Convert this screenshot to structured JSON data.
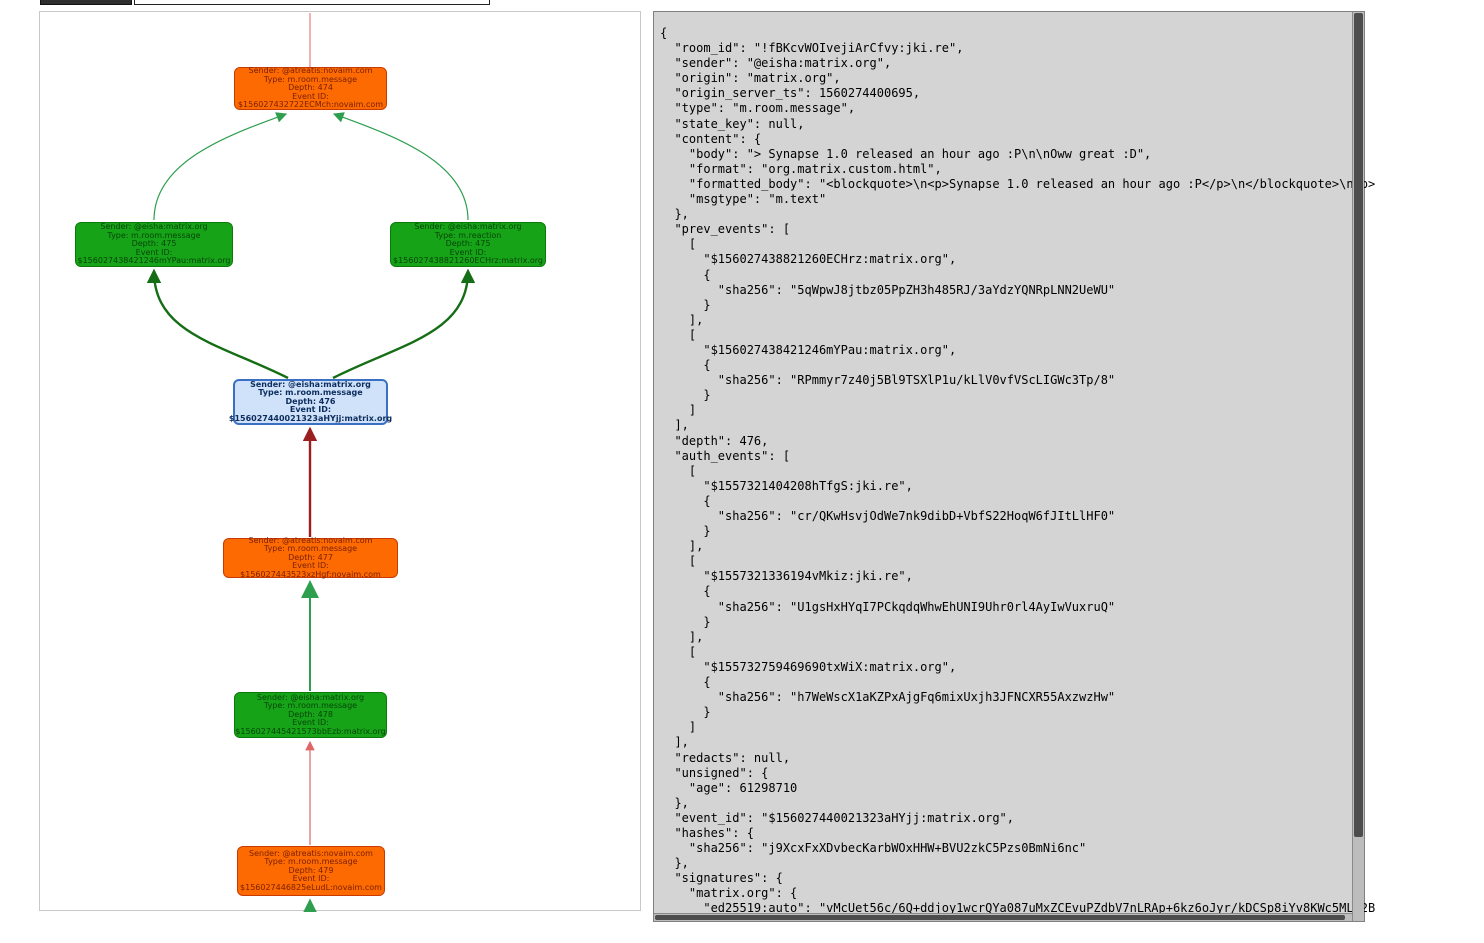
{
  "graph_panel": {
    "nodes": [
      {
        "id": "event-depth-474",
        "variant": "orange",
        "lines": [
          "Sender: @atreatis:novaim.com",
          "Type: m.room.message",
          "Depth: 474",
          "Event ID:",
          "$156027432722ECMch:novaim.com"
        ]
      },
      {
        "id": "event-depth-475-left",
        "variant": "green",
        "lines": [
          "Sender: @eisha:matrix.org",
          "Type: m.room.message",
          "Depth: 475",
          "Event ID:",
          "$156027438421246mYPau:matrix.org"
        ]
      },
      {
        "id": "event-depth-475-right",
        "variant": "green",
        "lines": [
          "Sender: @eisha:matrix.org",
          "Type: m.reaction",
          "Depth: 475",
          "Event ID:",
          "$156027438821260ECHrz:matrix.org"
        ]
      },
      {
        "id": "event-depth-476-selected",
        "variant": "selected",
        "lines": [
          "Sender: @eisha:matrix.org",
          "Type: m.room.message",
          "Depth: 476",
          "Event ID:",
          "$156027440021323aHYjj:matrix.org"
        ]
      },
      {
        "id": "event-depth-477",
        "variant": "orange",
        "lines": [
          "Sender: @atreatis:novaim.com",
          "Type: m.room.message",
          "Depth: 477",
          "Event ID: $156027443523xzHgf:novaim.com"
        ]
      },
      {
        "id": "event-depth-478",
        "variant": "green",
        "lines": [
          "Sender: @eisha:matrix.org",
          "Type: m.room.message",
          "Depth: 478",
          "Event ID:",
          "$156027445421573bbEzb:matrix.org"
        ]
      },
      {
        "id": "event-depth-479",
        "variant": "orange",
        "lines": [
          "Sender: @atreatis:novaim.com",
          "Type: m.room.message",
          "Depth: 479",
          "Event ID:",
          "$156027446825eLudL:novaim.com"
        ]
      }
    ],
    "colors": {
      "node_orange_bg": "#fd6a02",
      "node_orange_border": "#c93a00",
      "node_orange_text": "#7c2000",
      "node_green_bg": "#17a317",
      "node_green_border": "#0b7a0b",
      "node_green_text": "#05460a",
      "node_selected_bg": "#cfe2f9",
      "node_selected_border": "#3b6fc4",
      "node_selected_text": "#0d2d5e",
      "edge_green": "#2e9e4f",
      "edge_dark_green": "#156d15",
      "edge_dark_red": "#9c1f1f",
      "edge_light_red": "#e06666"
    }
  },
  "event_json_panel": {
    "lines": [
      "{",
      "  \"room_id\": \"!fBKcvWOIvejiArCfvy:jki.re\",",
      "  \"sender\": \"@eisha:matrix.org\",",
      "  \"origin\": \"matrix.org\",",
      "  \"origin_server_ts\": 1560274400695,",
      "  \"type\": \"m.room.message\",",
      "  \"state_key\": null,",
      "  \"content\": {",
      "    \"body\": \"> Synapse 1.0 released an hour ago :P\\n\\nOww great :D\",",
      "    \"format\": \"org.matrix.custom.html\",",
      "    \"formatted_body\": \"<blockquote>\\n<p>Synapse 1.0 released an hour ago :P</p>\\n</blockquote>\\n<p>",
      "    \"msgtype\": \"m.text\"",
      "  },",
      "  \"prev_events\": [",
      "    [",
      "      \"$156027438821260ECHrz:matrix.org\",",
      "      {",
      "        \"sha256\": \"5qWpwJ8jtbz05PpZH3h485RJ/3aYdzYQNRpLNN2UeWU\"",
      "      }",
      "    ],",
      "    [",
      "      \"$156027438421246mYPau:matrix.org\",",
      "      {",
      "        \"sha256\": \"RPmmyr7z40j5Bl9TSXlP1u/kLlV0vfVScLIGWc3Tp/8\"",
      "      }",
      "    ]",
      "  ],",
      "  \"depth\": 476,",
      "  \"auth_events\": [",
      "    [",
      "      \"$1557321404208hTfgS:jki.re\",",
      "      {",
      "        \"sha256\": \"cr/QKwHsvjOdWe7nk9dibD+VbfS22HoqW6fJItLlHF0\"",
      "      }",
      "    ],",
      "    [",
      "      \"$1557321336194vMkiz:jki.re\",",
      "      {",
      "        \"sha256\": \"U1gsHxHYqI7PCkqdqWhwEhUNI9Uhr0rl4AyIwVuxruQ\"",
      "      }",
      "    ],",
      "    [",
      "      \"$155732759469690txWiX:matrix.org\",",
      "      {",
      "        \"sha256\": \"h7WeWscX1aKZPxAjgFq6mixUxjh3JFNCXR55AxzwzHw\"",
      "      }",
      "    ]",
      "  ],",
      "  \"redacts\": null,",
      "  \"unsigned\": {",
      "    \"age\": 61298710",
      "  },",
      "  \"event_id\": \"$156027440021323aHYjj:matrix.org\",",
      "  \"hashes\": {",
      "    \"sha256\": \"j9XcxFxXDvbecKarbWOxHHW+BVU2zkC5Pzs0BmNi6nc\"",
      "  },",
      "  \"signatures\": {",
      "    \"matrix.org\": {",
      "      \"ed25519:auto\": \"vMcUet56c/6Q+ddjoy1wcrQYa087uMxZCEvuPZdbV7nLRAp+6kz6oJyr/kDCSp8iYv8KWc5MLi2B"
    ]
  }
}
